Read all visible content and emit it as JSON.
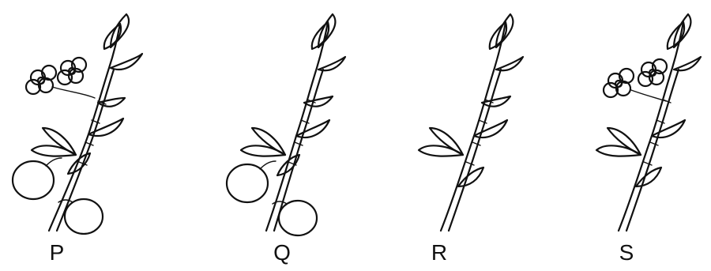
{
  "panels": [
    {
      "label": "P",
      "flowers": true,
      "fruits": true
    },
    {
      "label": "Q",
      "flowers": false,
      "fruits": true
    },
    {
      "label": "R",
      "flowers": false,
      "fruits": false
    },
    {
      "label": "S",
      "flowers": true,
      "fruits": false
    }
  ]
}
